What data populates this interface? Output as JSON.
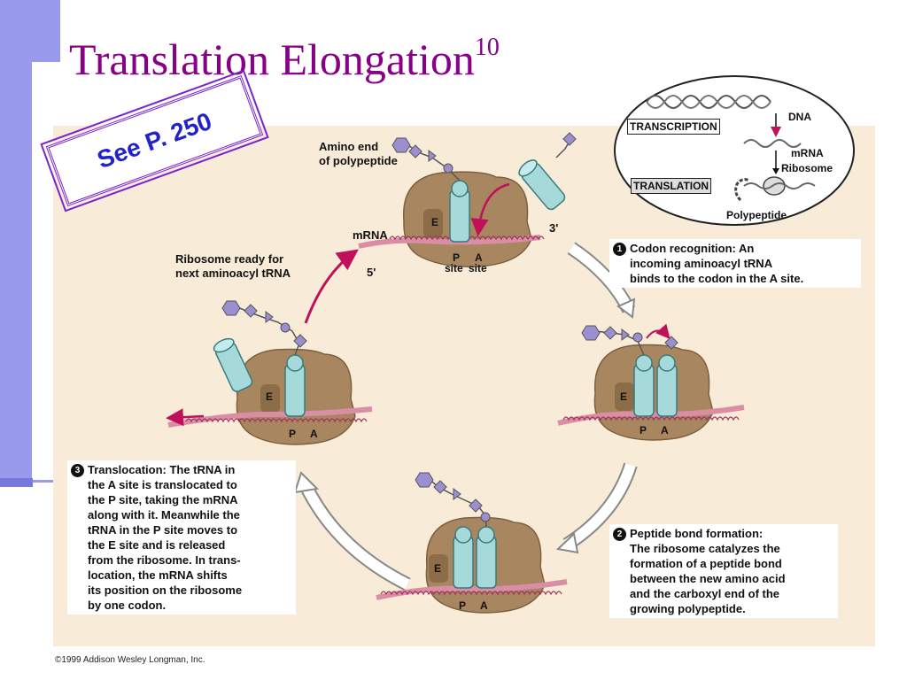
{
  "slide": {
    "title": "Translation Elongation",
    "title_sup": "10",
    "stamp": "See P. 250",
    "copyright": "©1999 Addison Wesley Longman, Inc."
  },
  "inset": {
    "dna": "DNA",
    "mrna": "mRNA",
    "ribosome": "Ribosome",
    "transcription": "TRANSCRIPTION",
    "translation": "TRANSLATION",
    "polypeptide": "Polypeptide"
  },
  "labels": {
    "amino_end_1": "Amino end",
    "amino_end_2": "of polypeptide",
    "mrna": "mRNA",
    "three_prime": "3'",
    "five_prime": "5'",
    "ready_1": "Ribosome ready for",
    "ready_2": "next aminoacyl tRNA",
    "e": "E",
    "p": "P",
    "a": "A",
    "site_p": "site",
    "site_a": "site"
  },
  "steps": [
    {
      "num": "1",
      "lines": [
        "Codon recognition: An",
        "incoming aminoacyl tRNA",
        "binds to the codon in the A site."
      ]
    },
    {
      "num": "2",
      "lines": [
        "Peptide bond formation:",
        "The ribosome catalyzes the",
        "formation of a peptide bond",
        "between the new amino acid",
        "and the carboxyl end of the",
        "growing polypeptide."
      ]
    },
    {
      "num": "3",
      "lines": [
        "Translocation: The tRNA in",
        "the A site is translocated to",
        "the P site, taking the mRNA",
        "along with it. Meanwhile the",
        "tRNA in the P site moves to",
        "the E site and is released",
        "from the ribosome. In trans-",
        "location, the mRNA shifts",
        "its position on the ribosome",
        "by one codon."
      ]
    }
  ],
  "colors": {
    "title": "#880088",
    "ribosome": "#a88660",
    "trna": "#a6dada",
    "mrna": "#d98ea6",
    "peptide": "#9a8fd0",
    "arrow_red": "#c0105a",
    "panel": "#f8ecd8"
  }
}
